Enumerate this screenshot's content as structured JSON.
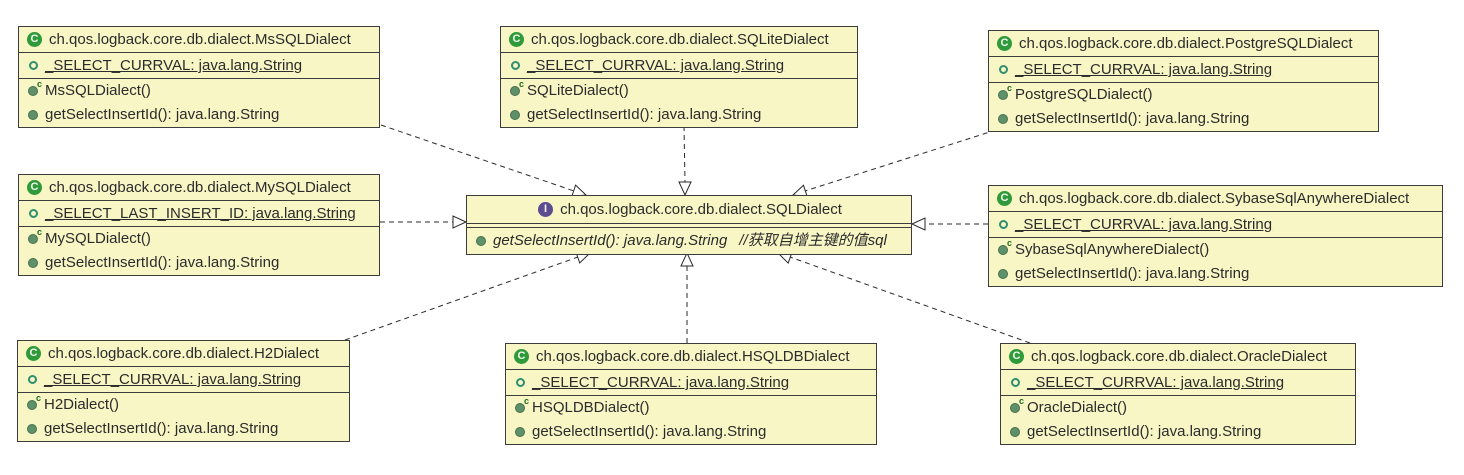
{
  "icons": {
    "class_glyph": "C",
    "interface_glyph": "I",
    "constructor_glyph": "c"
  },
  "colors": {
    "node_fill": "#f8f6c5",
    "node_border": "#3c3c3c",
    "edge_line": "#2a2a2a",
    "class_icon_green": "#2f9a39",
    "interface_icon_purple": "#5b4d8f",
    "member_icon_green": "#5f9168",
    "field_icon_teal": "#2f8f6f"
  },
  "interface_node": {
    "name": "ch.qos.logback.core.db.dialect.SQLDialect",
    "method": "getSelectInsertId(): java.lang.String",
    "comment": "//获取自增主键的值sql"
  },
  "classes": [
    {
      "name": "ch.qos.logback.core.db.dialect.MsSQLDialect",
      "field": "_SELECT_CURRVAL: java.lang.String",
      "constructor": "MsSQLDialect()",
      "method": "getSelectInsertId(): java.lang.String"
    },
    {
      "name": "ch.qos.logback.core.db.dialect.SQLiteDialect",
      "field": "_SELECT_CURRVAL: java.lang.String",
      "constructor": "SQLiteDialect()",
      "method": "getSelectInsertId(): java.lang.String"
    },
    {
      "name": "ch.qos.logback.core.db.dialect.PostgreSQLDialect",
      "field": "_SELECT_CURRVAL: java.lang.String",
      "constructor": "PostgreSQLDialect()",
      "method": "getSelectInsertId(): java.lang.String"
    },
    {
      "name": "ch.qos.logback.core.db.dialect.MySQLDialect",
      "field": "_SELECT_LAST_INSERT_ID: java.lang.String",
      "constructor": "MySQLDialect()",
      "method": "getSelectInsertId(): java.lang.String"
    },
    {
      "name": "ch.qos.logback.core.db.dialect.SybaseSqlAnywhereDialect",
      "field": "_SELECT_CURRVAL: java.lang.String",
      "constructor": "SybaseSqlAnywhereDialect()",
      "method": "getSelectInsertId(): java.lang.String"
    },
    {
      "name": "ch.qos.logback.core.db.dialect.H2Dialect",
      "field": "_SELECT_CURRVAL: java.lang.String",
      "constructor": "H2Dialect()",
      "method": "getSelectInsertId(): java.lang.String"
    },
    {
      "name": "ch.qos.logback.core.db.dialect.HSQLDBDialect",
      "field": "_SELECT_CURRVAL: java.lang.String",
      "constructor": "HSQLDBDialect()",
      "method": "getSelectInsertId(): java.lang.String"
    },
    {
      "name": "ch.qos.logback.core.db.dialect.OracleDialect",
      "field": "_SELECT_CURRVAL: java.lang.String",
      "constructor": "OracleDialect()",
      "method": "getSelectInsertId(): java.lang.String"
    }
  ]
}
